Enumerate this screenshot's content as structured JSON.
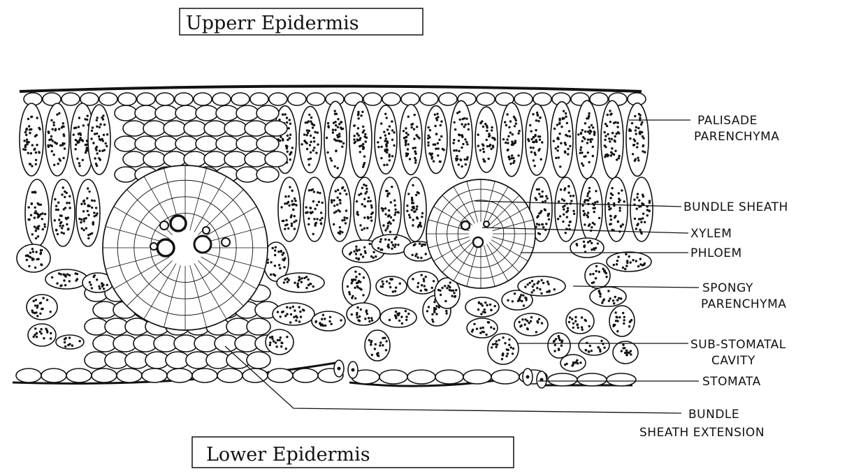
{
  "diagram": {
    "upper_title": "Upperr Epidermis",
    "lower_title": "Lower Epidermis",
    "labels": {
      "palisade_1": "PALISADE",
      "palisade_2": "PARENCHYMA",
      "bundle_sheath": "BUNDLE SHEATH",
      "xylem": "XYLEM",
      "phloem": "PHLOEM",
      "spongy_1": "SPONGY",
      "spongy_2": "PARENCHYMA",
      "substomatal_1": "SUB-STOMATAL",
      "substomatal_2": "CAVITY",
      "stomata": "STOMATA",
      "bse_1": "BUNDLE",
      "bse_2": "SHEATH EXTENSION"
    },
    "colors": {
      "ink": "#111111",
      "paper": "#ffffff"
    }
  }
}
